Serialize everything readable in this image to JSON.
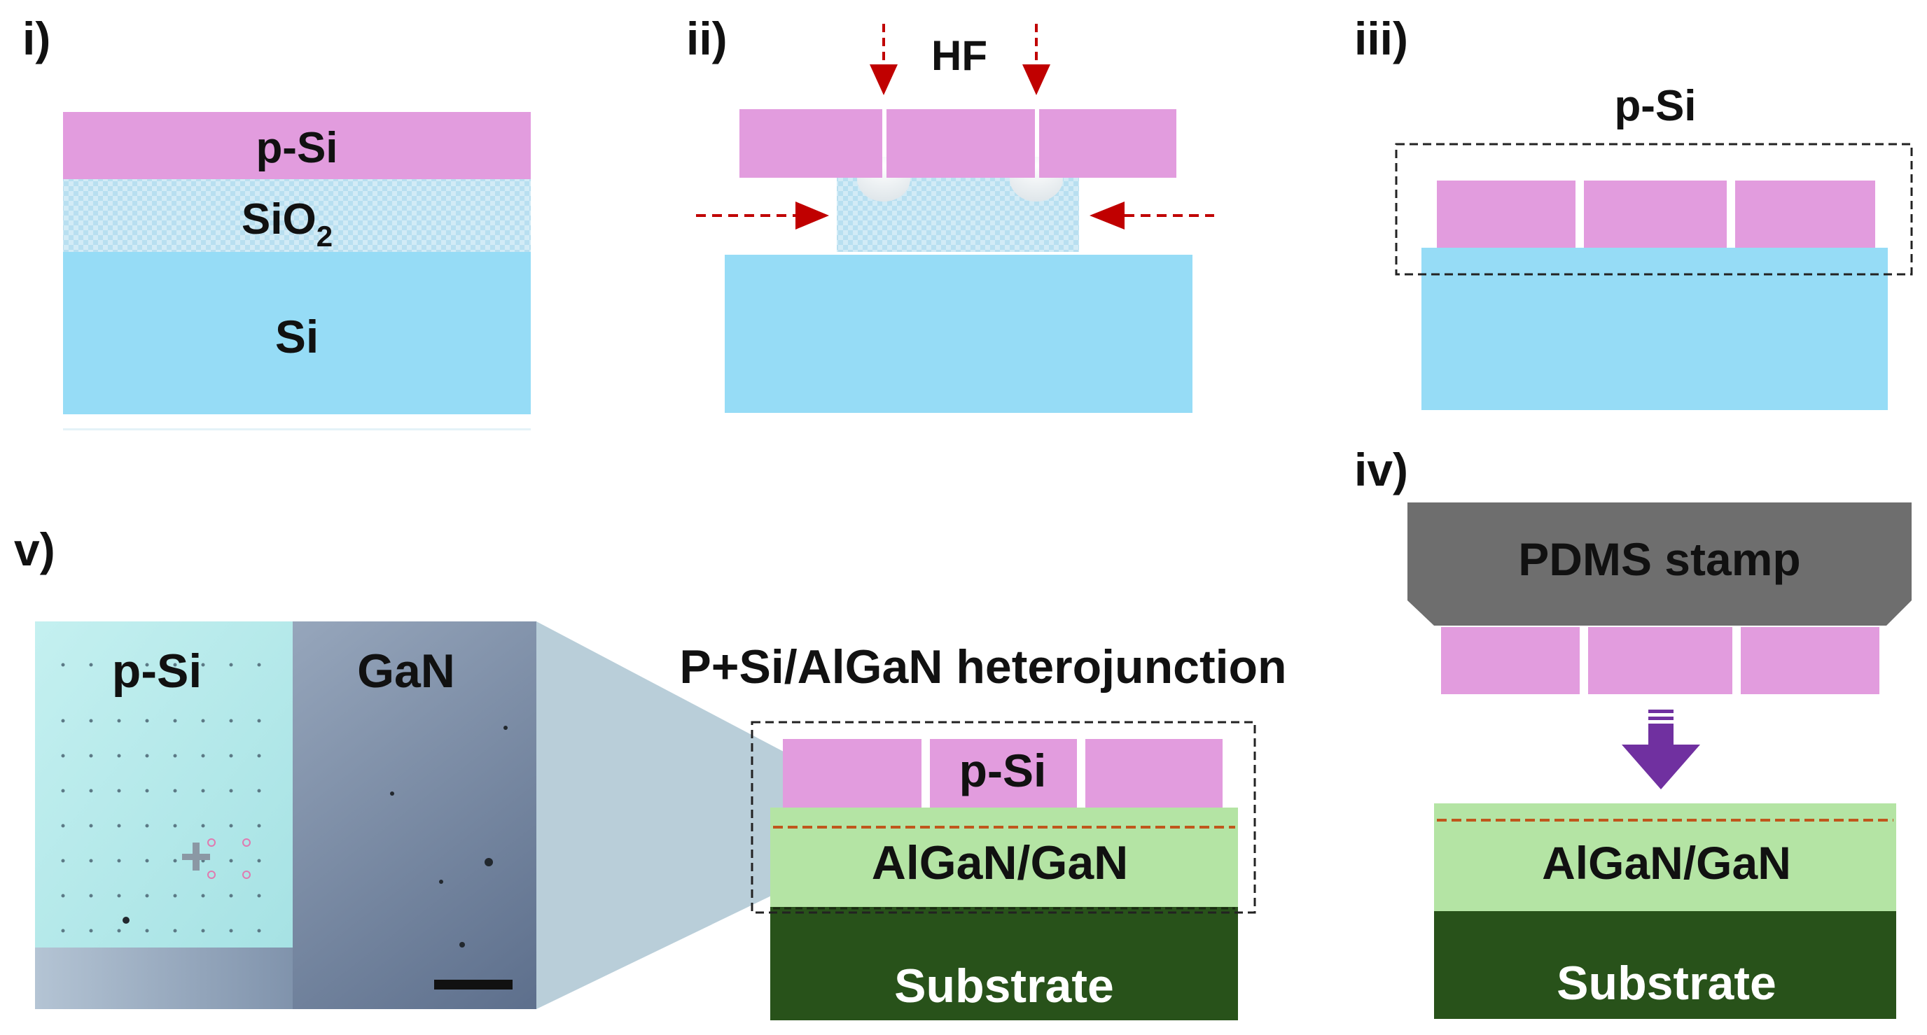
{
  "panels": {
    "i": {
      "label": "i)"
    },
    "ii": {
      "label": "ii)"
    },
    "iii": {
      "label": "iii)"
    },
    "iv": {
      "label": "iv)"
    },
    "v": {
      "label": "v)"
    }
  },
  "panel_i": {
    "layer_psi": "p-Si",
    "layer_sio2": "SiO",
    "layer_sio2_sub": "2",
    "layer_si": "Si"
  },
  "panel_ii": {
    "etchant": "HF"
  },
  "panel_iii": {
    "label_psi": "p-Si"
  },
  "panel_iv": {
    "stamp": "PDMS stamp",
    "layer_algan": "AlGaN/GaN",
    "layer_substrate": "Substrate"
  },
  "panel_v": {
    "micro_psi": "p-Si",
    "micro_gan": "GaN",
    "title": "P+Si/AlGaN heterojunction",
    "layer_psi": "p-Si",
    "layer_algan": "AlGaN/GaN",
    "layer_substrate": "Substrate"
  },
  "colors": {
    "psi": "#e29cde",
    "si": "#96dcf6",
    "algan": "#b4e4a4",
    "substrate": "#28521a",
    "stamp": "#6e6e6e",
    "arrow_red": "#c00000",
    "arrow_purple": "#7030a0"
  }
}
